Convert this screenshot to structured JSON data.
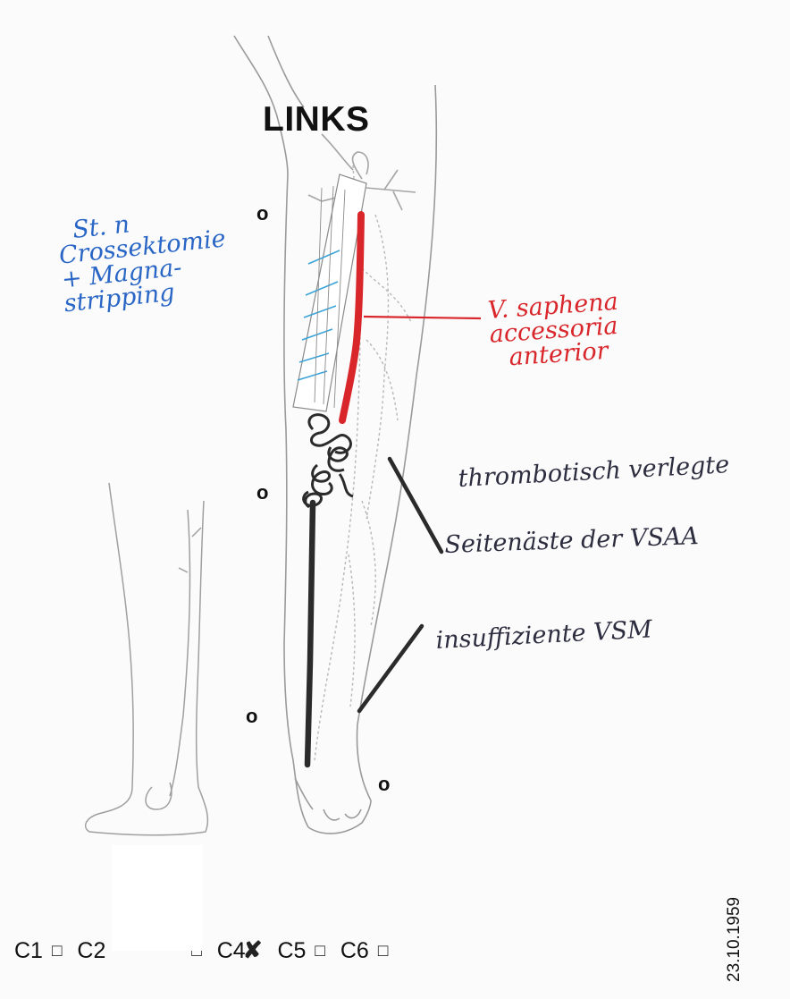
{
  "title": "LINKS",
  "markers": [
    "o",
    "o",
    "o",
    "o"
  ],
  "annotations": {
    "blue": [
      "St. n",
      "Crossektomie",
      "+ Magna-",
      "stripping"
    ],
    "red": [
      "V. saphena",
      "accessoria",
      "anterior"
    ],
    "black": [
      "thrombotisch verlegte",
      "Seitenäste der VSAA",
      "insuffiziente VSM"
    ]
  },
  "classification": {
    "c1": "C1",
    "c2": "C2",
    "c4": "C4",
    "c5": "C5",
    "c6": "C6",
    "checkbox_symbol": "□",
    "checked_symbol": "✘"
  },
  "date": "23.10.1959",
  "colors": {
    "red_annotation": "#d8262b",
    "blue_annotation": "#2a66c6",
    "black_annotation": "#2d2d40"
  }
}
